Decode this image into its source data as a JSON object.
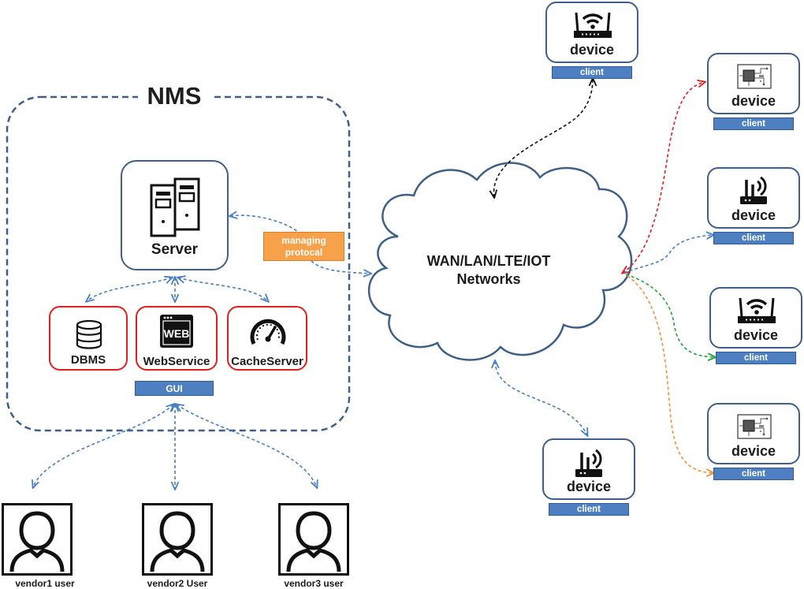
{
  "nms": {
    "title": "NMS",
    "server_label": "Server",
    "managing_label_line1": "managing",
    "managing_label_line2": "protocal",
    "services": [
      {
        "label": "DBMS",
        "icon": "database-icon"
      },
      {
        "label": "WebService",
        "icon": "web-icon",
        "icon_text": "WEB"
      },
      {
        "label": "CacheServer",
        "icon": "speedometer-icon"
      }
    ],
    "gui_label": "GUI"
  },
  "network": {
    "line1": "WAN/LAN/LTE/IOT",
    "line2": "Networks"
  },
  "devices": [
    {
      "label": "device",
      "client": "client",
      "icon": "wifi-router-icon"
    },
    {
      "label": "device",
      "client": "client",
      "icon": "circuit-board-icon"
    },
    {
      "label": "device",
      "client": "client",
      "icon": "antenna-router-icon"
    },
    {
      "label": "device",
      "client": "client",
      "icon": "wifi-router-icon"
    },
    {
      "label": "device",
      "client": "client",
      "icon": "circuit-board-icon"
    },
    {
      "label": "device",
      "client": "client",
      "icon": "antenna-router-icon"
    }
  ],
  "users": [
    {
      "label": "vendor1 user",
      "icon": "user-icon"
    },
    {
      "label": "vendor2 User",
      "icon": "user-icon"
    },
    {
      "label": "vendor3 user",
      "icon": "user-icon"
    }
  ],
  "colors": {
    "dark_blue": "#3f5f87",
    "arrow_blue": "#4a7fc1",
    "red": "#e02020",
    "green": "#22a33a",
    "orange": "#f0923a",
    "black": "#111111"
  }
}
